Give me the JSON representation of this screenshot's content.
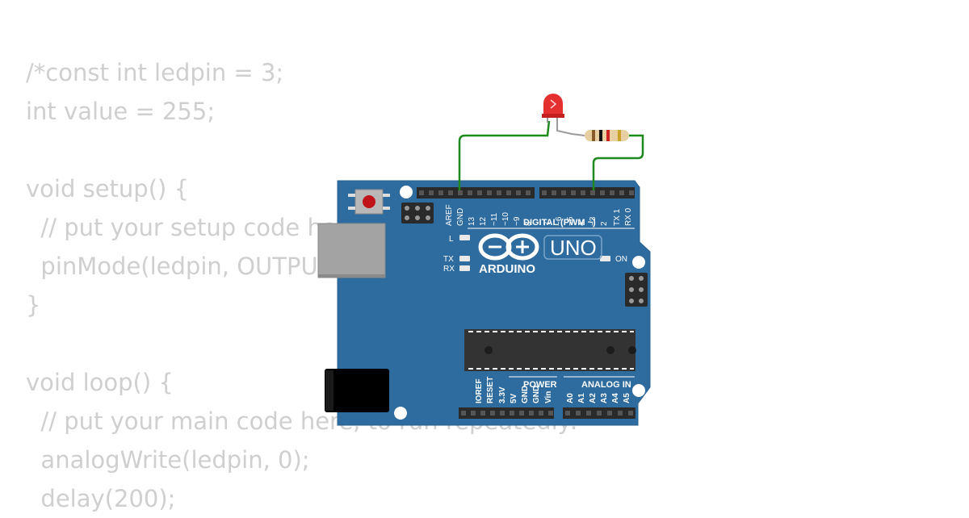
{
  "code": {
    "lines": [
      "/*const int ledpin = 3;",
      "int value = 255;",
      "",
      "void setup() {",
      "  // put your setup code here, to run once:",
      "  pinMode(ledpin, OUTPUT);",
      "}",
      "",
      "void loop() {",
      "  // put your main code here, to run repeatedly:",
      "  analogWrite(ledpin, 0);",
      "  delay(200);"
    ]
  },
  "board": {
    "brand": "ARDUINO",
    "model": "UNO",
    "digital_header_label": "DIGITAL (PWM ~)",
    "power_label": "POWER",
    "analog_label": "ANALOG IN",
    "led_labels": {
      "l": "L",
      "tx": "TX",
      "rx": "RX",
      "on": "ON"
    },
    "digital_pin_labels": [
      "AREF",
      "GND",
      "13",
      "12",
      "~11",
      "~10",
      "~9",
      "8",
      "7",
      "~6",
      "~5",
      "4",
      "~3",
      "2",
      "TX 1",
      "RX 0"
    ],
    "power_pin_labels": [
      "IOREF",
      "RESET",
      "3.3V",
      "5V",
      "GND",
      "GND",
      "Vin"
    ],
    "analog_pin_labels": [
      "A0",
      "A1",
      "A2",
      "A3",
      "A4",
      "A5"
    ]
  },
  "colors": {
    "board": "#2e6b9e",
    "wire": "#1e8a1e",
    "led": "#e53030",
    "code_text": "#cfcfcf",
    "header": "#2a2a2a",
    "chip": "#333333"
  }
}
